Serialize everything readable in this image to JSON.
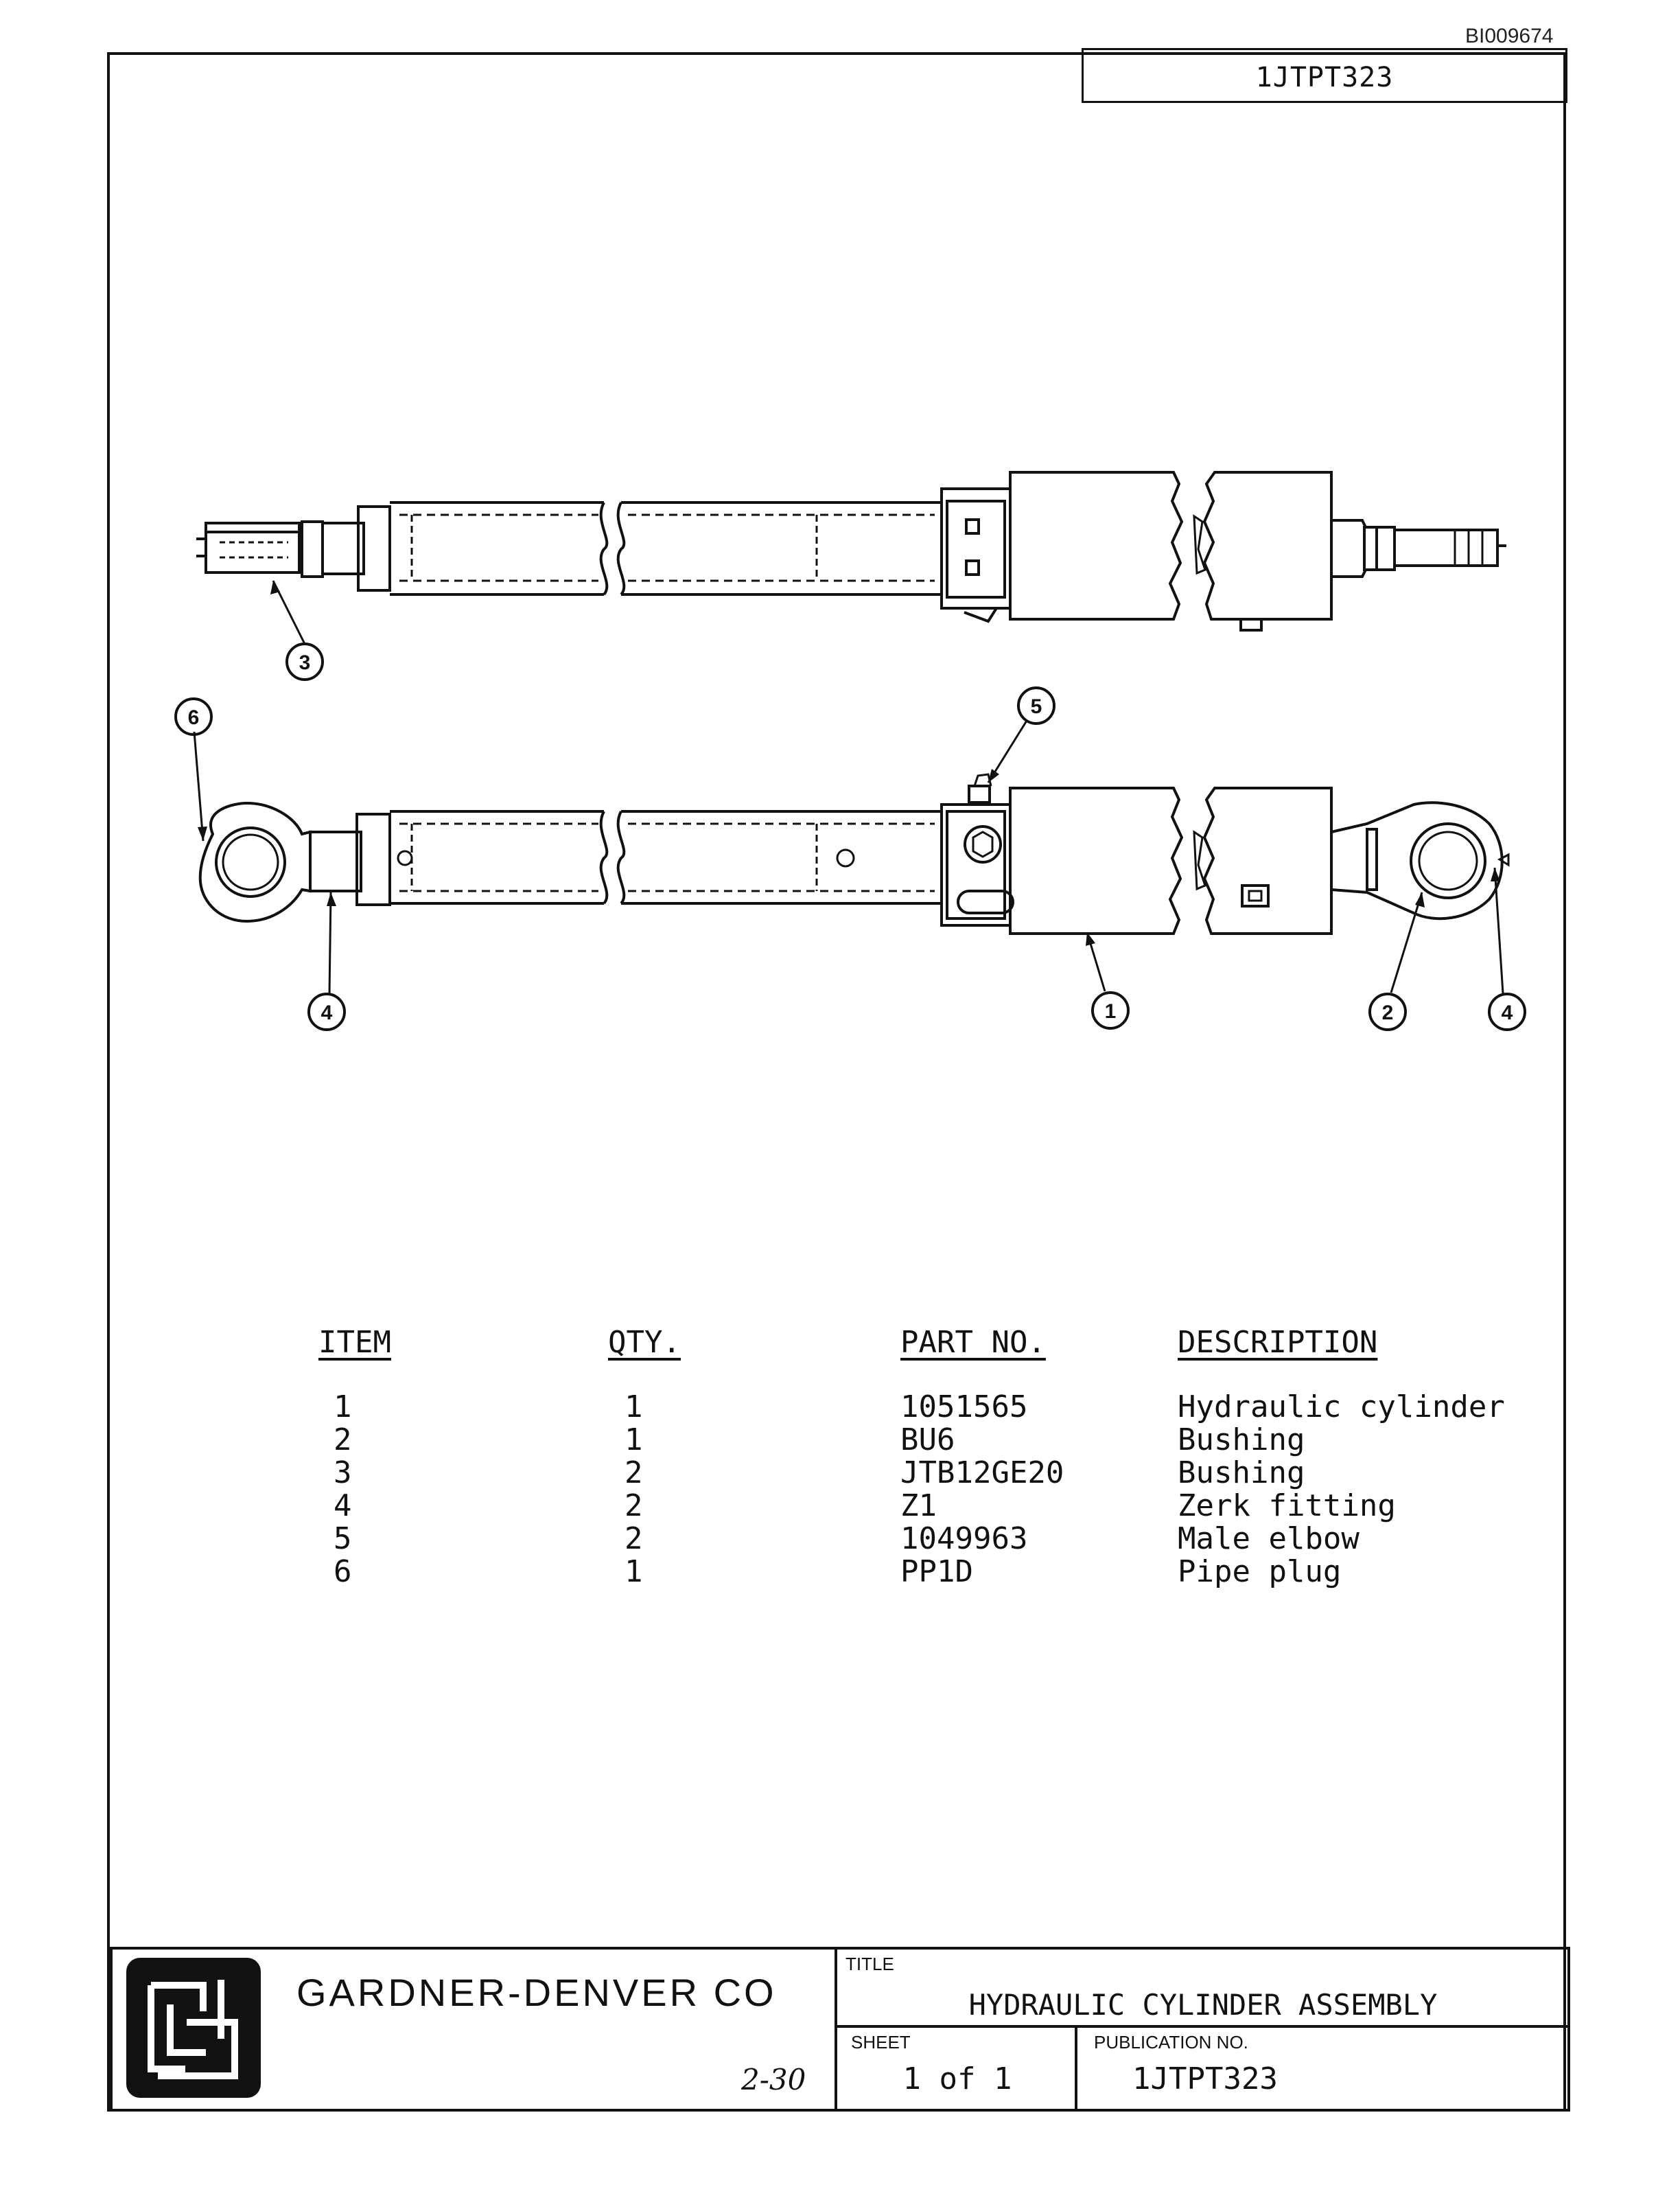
{
  "document_id": "BI009674",
  "drawing_code": "1JTPT323",
  "callouts": [
    "1",
    "2",
    "3",
    "4",
    "5",
    "6"
  ],
  "parts_table": {
    "headers": {
      "item": "ITEM",
      "qty": "QTY.",
      "part_no": "PART NO.",
      "description": "DESCRIPTION"
    },
    "rows": [
      {
        "item": "1",
        "qty": "1",
        "part_no": "1051565",
        "description": "Hydraulic cylinder"
      },
      {
        "item": "2",
        "qty": "1",
        "part_no": "BU6",
        "description": "Bushing"
      },
      {
        "item": "3",
        "qty": "2",
        "part_no": "JTB12GE20",
        "description": "Bushing"
      },
      {
        "item": "4",
        "qty": "2",
        "part_no": "Z1",
        "description": "Zerk fitting"
      },
      {
        "item": "5",
        "qty": "2",
        "part_no": "1049963",
        "description": "Male elbow"
      },
      {
        "item": "6",
        "qty": "1",
        "part_no": "PP1D",
        "description": "Pipe plug"
      }
    ]
  },
  "title_block": {
    "company": "GARDNER-DENVER CO",
    "title_label": "TITLE",
    "title": "HYDRAULIC CYLINDER ASSEMBLY",
    "sheet_label": "SHEET",
    "sheet": "1 of 1",
    "publication_label": "PUBLICATION NO.",
    "publication": "1JTPT323",
    "handwritten_note": "2-30"
  }
}
